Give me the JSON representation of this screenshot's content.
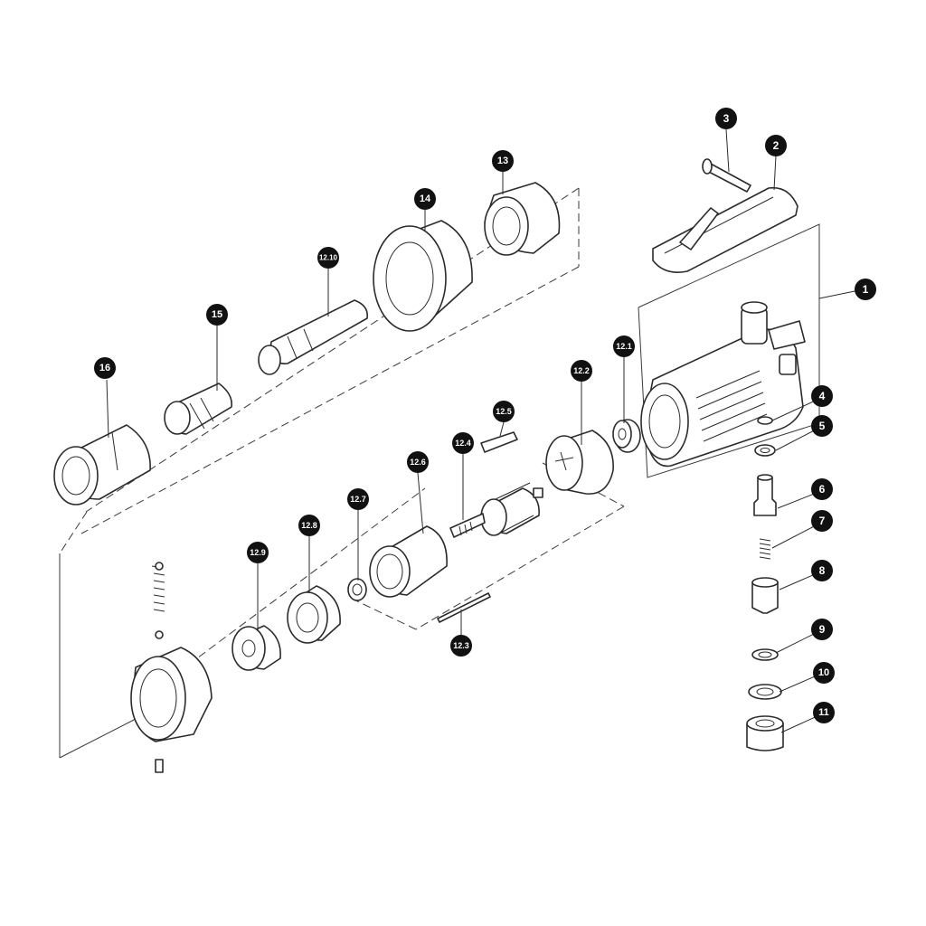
{
  "labels": {
    "p1": "1",
    "p2": "2",
    "p3": "3",
    "p4": "4",
    "p5": "5",
    "p6": "6",
    "p7": "7",
    "p8": "8",
    "p9": "9",
    "p10": "10",
    "p11": "11",
    "p12_1": "12.1",
    "p12_2": "12.2",
    "p12_3": "12.3",
    "p12_4": "12.4",
    "p12_5": "12.5",
    "p12_6": "12.6",
    "p12_7": "12.7",
    "p12_8": "12.8",
    "p12_9": "12.9",
    "p12_10": "12.10",
    "p13": "13",
    "p14": "14",
    "p15": "15",
    "p16": "16"
  },
  "colors": {
    "badge": "#111111",
    "line": "#2b2b2b",
    "background": "#ffffff"
  }
}
